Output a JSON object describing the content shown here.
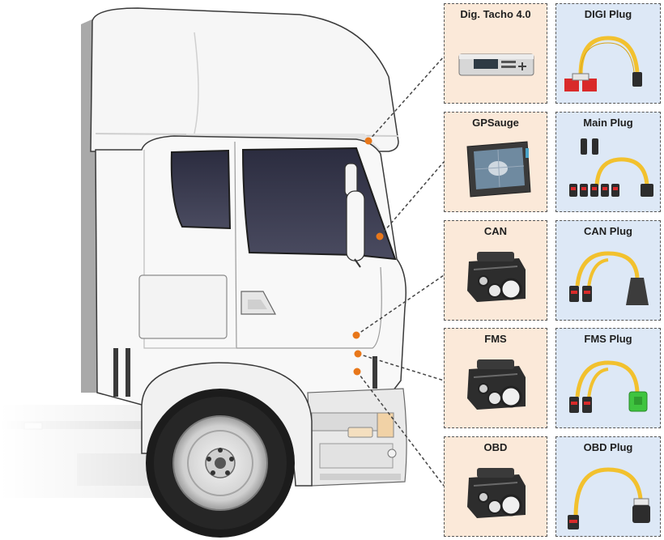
{
  "devices": [
    {
      "label": "Dig. Tacho 4.0",
      "icon": "tachograph-icon"
    },
    {
      "label": "GPSauge",
      "icon": "gps-tablet-icon"
    },
    {
      "label": "CAN",
      "icon": "engine-icon"
    },
    {
      "label": "FMS",
      "icon": "engine-icon"
    },
    {
      "label": "OBD",
      "icon": "engine-icon"
    }
  ],
  "plugs": [
    {
      "label": "DIGI Plug",
      "icon": "digi-plug-cable-icon"
    },
    {
      "label": "Main Plug",
      "icon": "main-plug-cable-icon"
    },
    {
      "label": "CAN Plug",
      "icon": "can-plug-cable-icon"
    },
    {
      "label": "FMS Plug",
      "icon": "fms-plug-cable-icon"
    },
    {
      "label": "OBD Plug",
      "icon": "obd-plug-cable-icon"
    }
  ],
  "colors": {
    "device_bg": "#fbe9d9",
    "plug_bg": "#dde8f6",
    "marker": "#e8771a",
    "cable": "#f2c12e"
  }
}
